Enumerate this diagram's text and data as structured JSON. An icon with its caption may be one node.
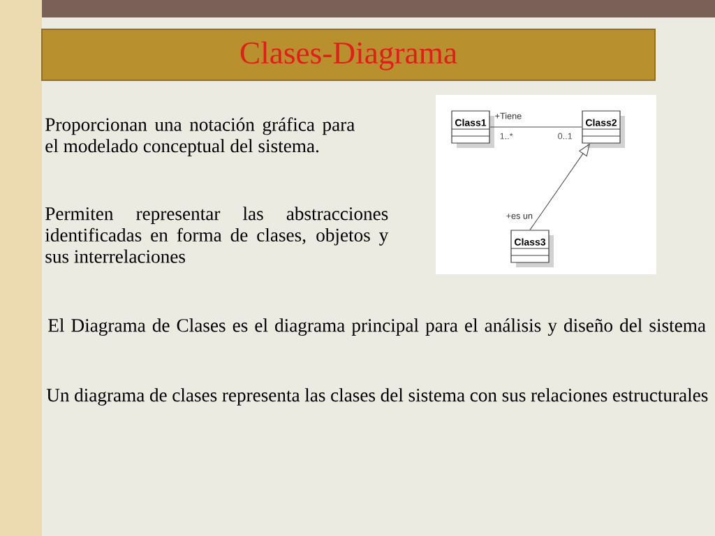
{
  "diagram": {
    "title": "Clases-Diagrama",
    "nodes": [
      {
        "text": [
          "Class1"
        ]
      },
      {
        "text": [
          "Class2"
        ]
      },
      {
        "text": [
          "Class3"
        ]
      }
    ],
    "edges": [
      {
        "from": 0,
        "to": 1,
        "arrow": "none",
        "label": "+Tiene"
      },
      {
        "from": 2,
        "to": 1,
        "arrow": "to",
        "label": "+es un"
      }
    ],
    "labels": [
      "Proporcionan una notación gráfica para el modelado conceptual del sistema.",
      "1..*",
      "0..1",
      "Permiten representar las abstracciones identificadas en forma de clases, objetos y sus interrelaciones",
      "El Diagrama de Clases es el diagrama principal para el análisis y diseño del sistema",
      "Un diagrama de clases representa las clases del sistema con sus relaciones estructurales"
    ]
  }
}
